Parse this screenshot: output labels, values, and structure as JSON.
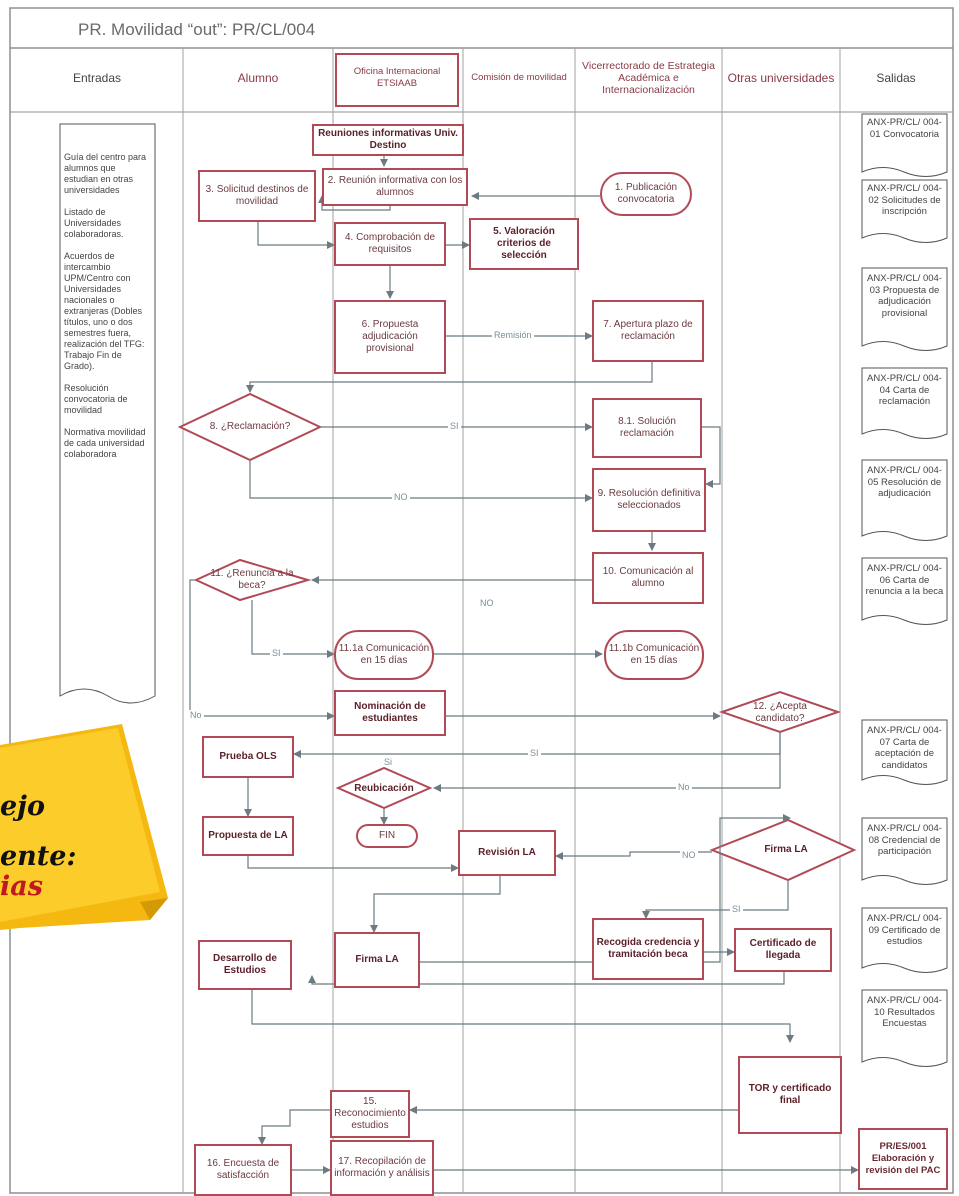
{
  "title": "PR. Movilidad “out”: PR/CL/004",
  "lanes": [
    "Entradas",
    "Alumno",
    "Oficina Internacional ETSIAAB",
    "Comisión de movilidad",
    "Vicerrectorado de Estrategia Académica e Internacionalización",
    "Otras universidades",
    "Salidas"
  ],
  "inputs_text": "Guía del centro para alumnos que estudian en otras universidades\n\nListado de Universidades colaboradoras.\n\nAcuerdos de intercambio UPM/Centro con Universidades nacionales o extranjeras (Dobles títulos, uno o dos semestres fuera, realización del TFG: Trabajo Fin de Grado).\n\nResolución convocatoria de movilidad\n\nNormativa movilidad de cada universidad colaboradora",
  "steps": {
    "reuniones": "Reuniones informativas Univ. Destino",
    "s1": "1. Publicación convocatoria",
    "s2": "2. Reunión informativa con los alumnos",
    "s3": "3. Solicitud destinos de movilidad",
    "s4": "4. Comprobación de requisitos",
    "s5": "5. Valoración criterios de selección",
    "s6": "6. Propuesta adjudicación provisional",
    "s7": "7. Apertura plazo de reclamación",
    "s8": "8. ¿Reclamación?",
    "s81": "8.1. Solución reclamación",
    "s9": "9. Resolución definitiva seleccionados",
    "s10": "10. Comunicación al alumno",
    "s11": "11. ¿Renuncia a la beca?",
    "s11a": "11.1a Comunicación en 15 días",
    "s11b": "11.1b Comunicación en 15 días",
    "nominacion": "Nominación de estudiantes",
    "s12": "12. ¿Acepta candidato?",
    "ols": "Prueba OLS",
    "reubicacion": "Reubicación",
    "fin": "FIN",
    "propuesta_la": "Propuesta de LA",
    "revision_la": "Revisión LA",
    "firma_la_q": "Firma LA",
    "firma_la": "Firma LA",
    "recogida": "Recogida credencia y tramitación beca",
    "cert_llegada": "Certificado de llegada",
    "desarrollo": "Desarrollo de Estudios",
    "tor": "TOR y certificado final",
    "s15": "15. Reconocimiento estudios",
    "s16": "16. Encuesta de satisfacción",
    "s17": "17. Recopilación de información y análisis"
  },
  "edge_labels": {
    "remision": "Remisión",
    "si": "SI",
    "no": "NO",
    "no_lower": "No",
    "si_lower": "Si"
  },
  "outputs": [
    "ANX-PR/CL/ 004-01 Convocatoria",
    "ANX-PR/CL/ 004-02 Solicitudes de inscripción",
    "ANX-PR/CL/ 004-03 Propuesta de adjudicación provisional",
    "ANX-PR/CL/ 004-04 Carta de reclamación",
    "ANX-PR/CL/ 004-05 Resolución de adjudicación",
    "ANX-PR/CL/ 004-06 Carta de renuncia a la beca",
    "ANX-PR/CL/ 004-07 Carta de aceptación de candidatos",
    "ANX-PR/CL/ 004-08 Credencial de participación",
    "ANX-PR/CL/ 004-09 Certificado de estudios",
    "ANX-PR/CL/ 004-10 Resultados Encuestas",
    "PR/ES/001 Elaboración y revisión del PAC"
  ],
  "sticky_note": {
    "line1": "ejo",
    "line2": "ente:",
    "line3": "ias"
  },
  "colors": {
    "box_border": "#b14a55",
    "lane_line": "#9a9a9a",
    "arrow": "#7c8a92",
    "note": "#f7c21a",
    "note_red": "#c0181f"
  }
}
